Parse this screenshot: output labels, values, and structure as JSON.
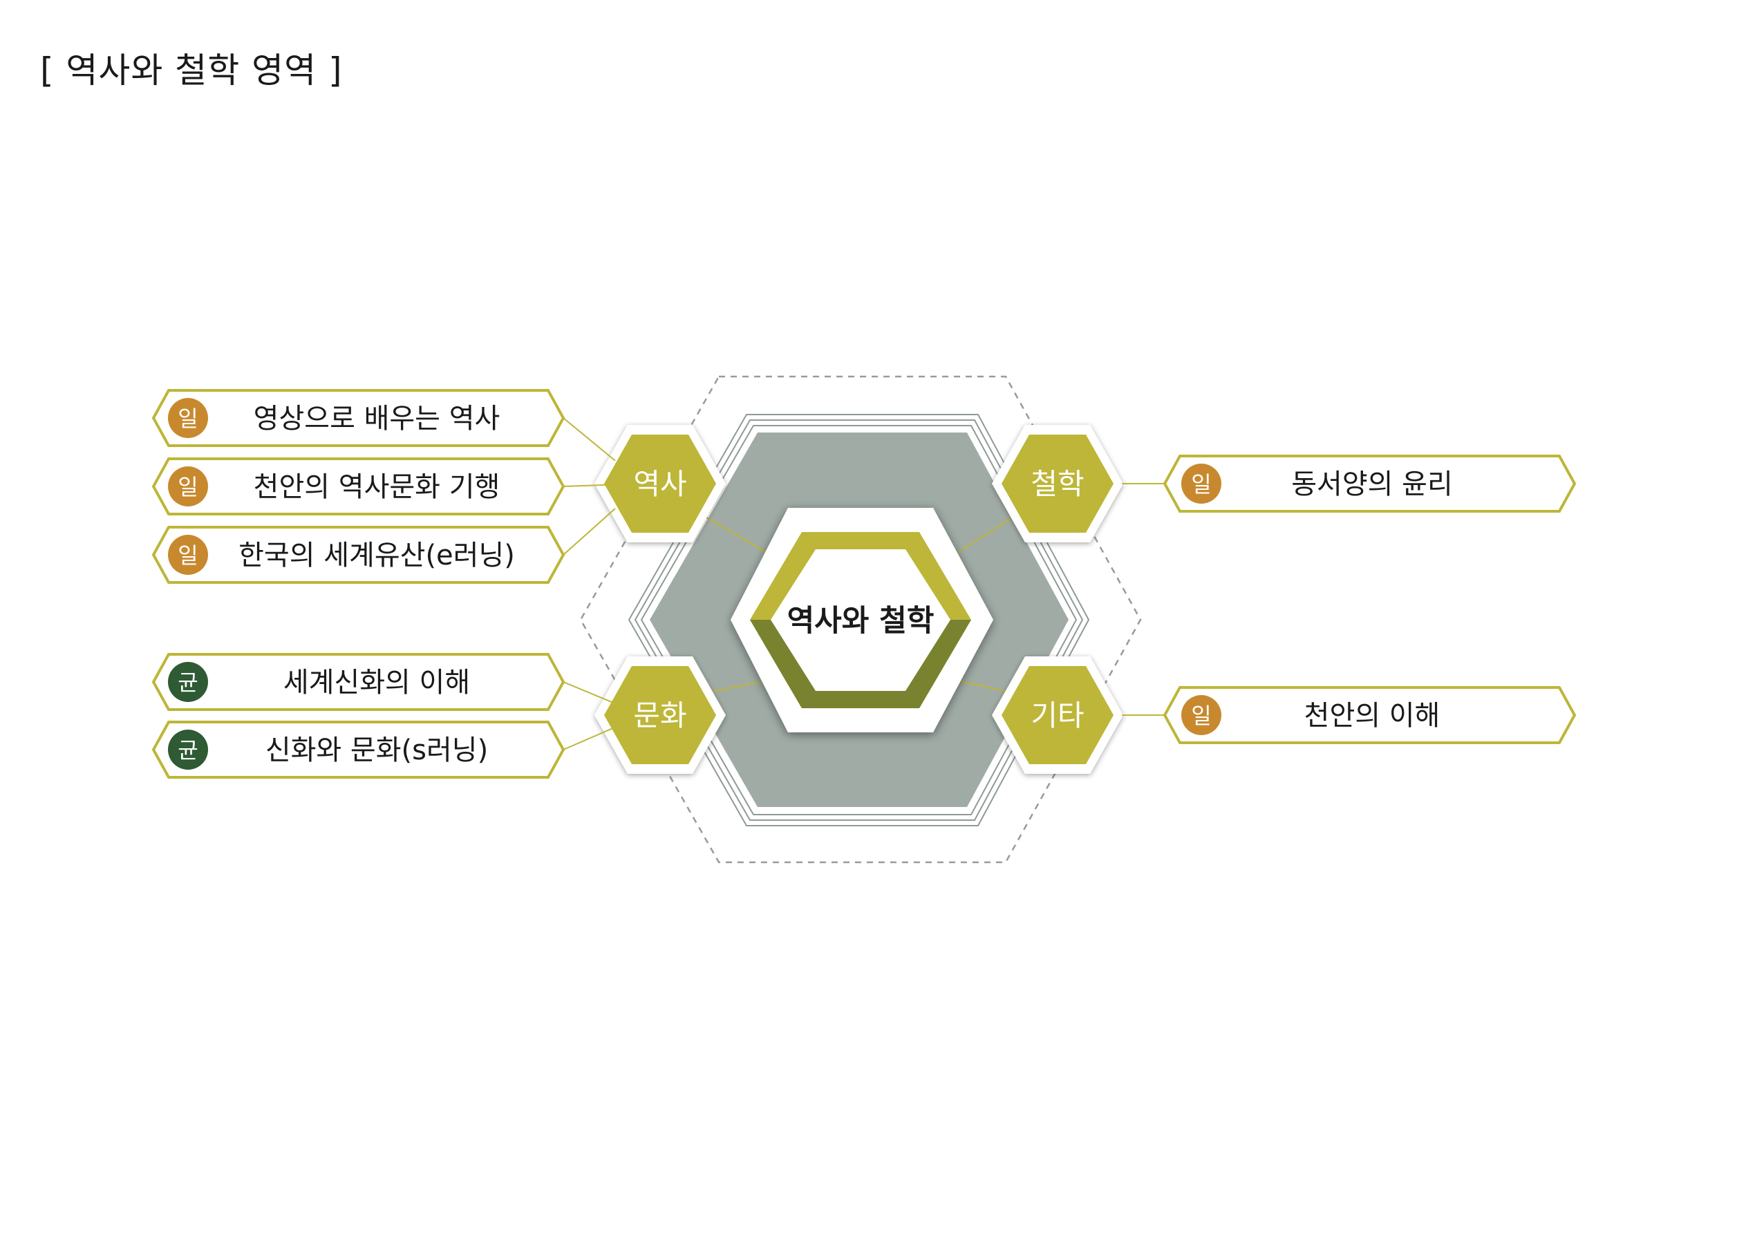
{
  "title": "[ 역사와 철학 영역 ]",
  "center": {
    "label": "역사와 철학"
  },
  "categories": [
    {
      "key": "history",
      "label": "역사",
      "courses": [
        {
          "badge": "일",
          "badge_color": "#C8892E",
          "label": "영상으로 배우는 역사"
        },
        {
          "badge": "일",
          "badge_color": "#C8892E",
          "label": "천안의 역사문화 기행"
        },
        {
          "badge": "일",
          "badge_color": "#C8892E",
          "label": "한국의 세계유산(e러닝)"
        }
      ]
    },
    {
      "key": "philosophy",
      "label": "철학",
      "courses": [
        {
          "badge": "일",
          "badge_color": "#C8892E",
          "label": "동서양의 윤리"
        }
      ]
    },
    {
      "key": "culture",
      "label": "문화",
      "courses": [
        {
          "badge": "균",
          "badge_color": "#2E5A34",
          "label": "세계신화의 이해"
        },
        {
          "badge": "균",
          "badge_color": "#2E5A34",
          "label": "신화와 문화(s러닝)"
        }
      ]
    },
    {
      "key": "etc",
      "label": "기타",
      "courses": [
        {
          "badge": "일",
          "badge_color": "#C8892E",
          "label": "천안의 이해"
        }
      ]
    }
  ],
  "colors": {
    "olive": "#BDB638",
    "olive_dark": "#79822E",
    "gray_hex": "#A0ABA6",
    "badge_gold": "#C8892E",
    "badge_green": "#2E5A34"
  }
}
